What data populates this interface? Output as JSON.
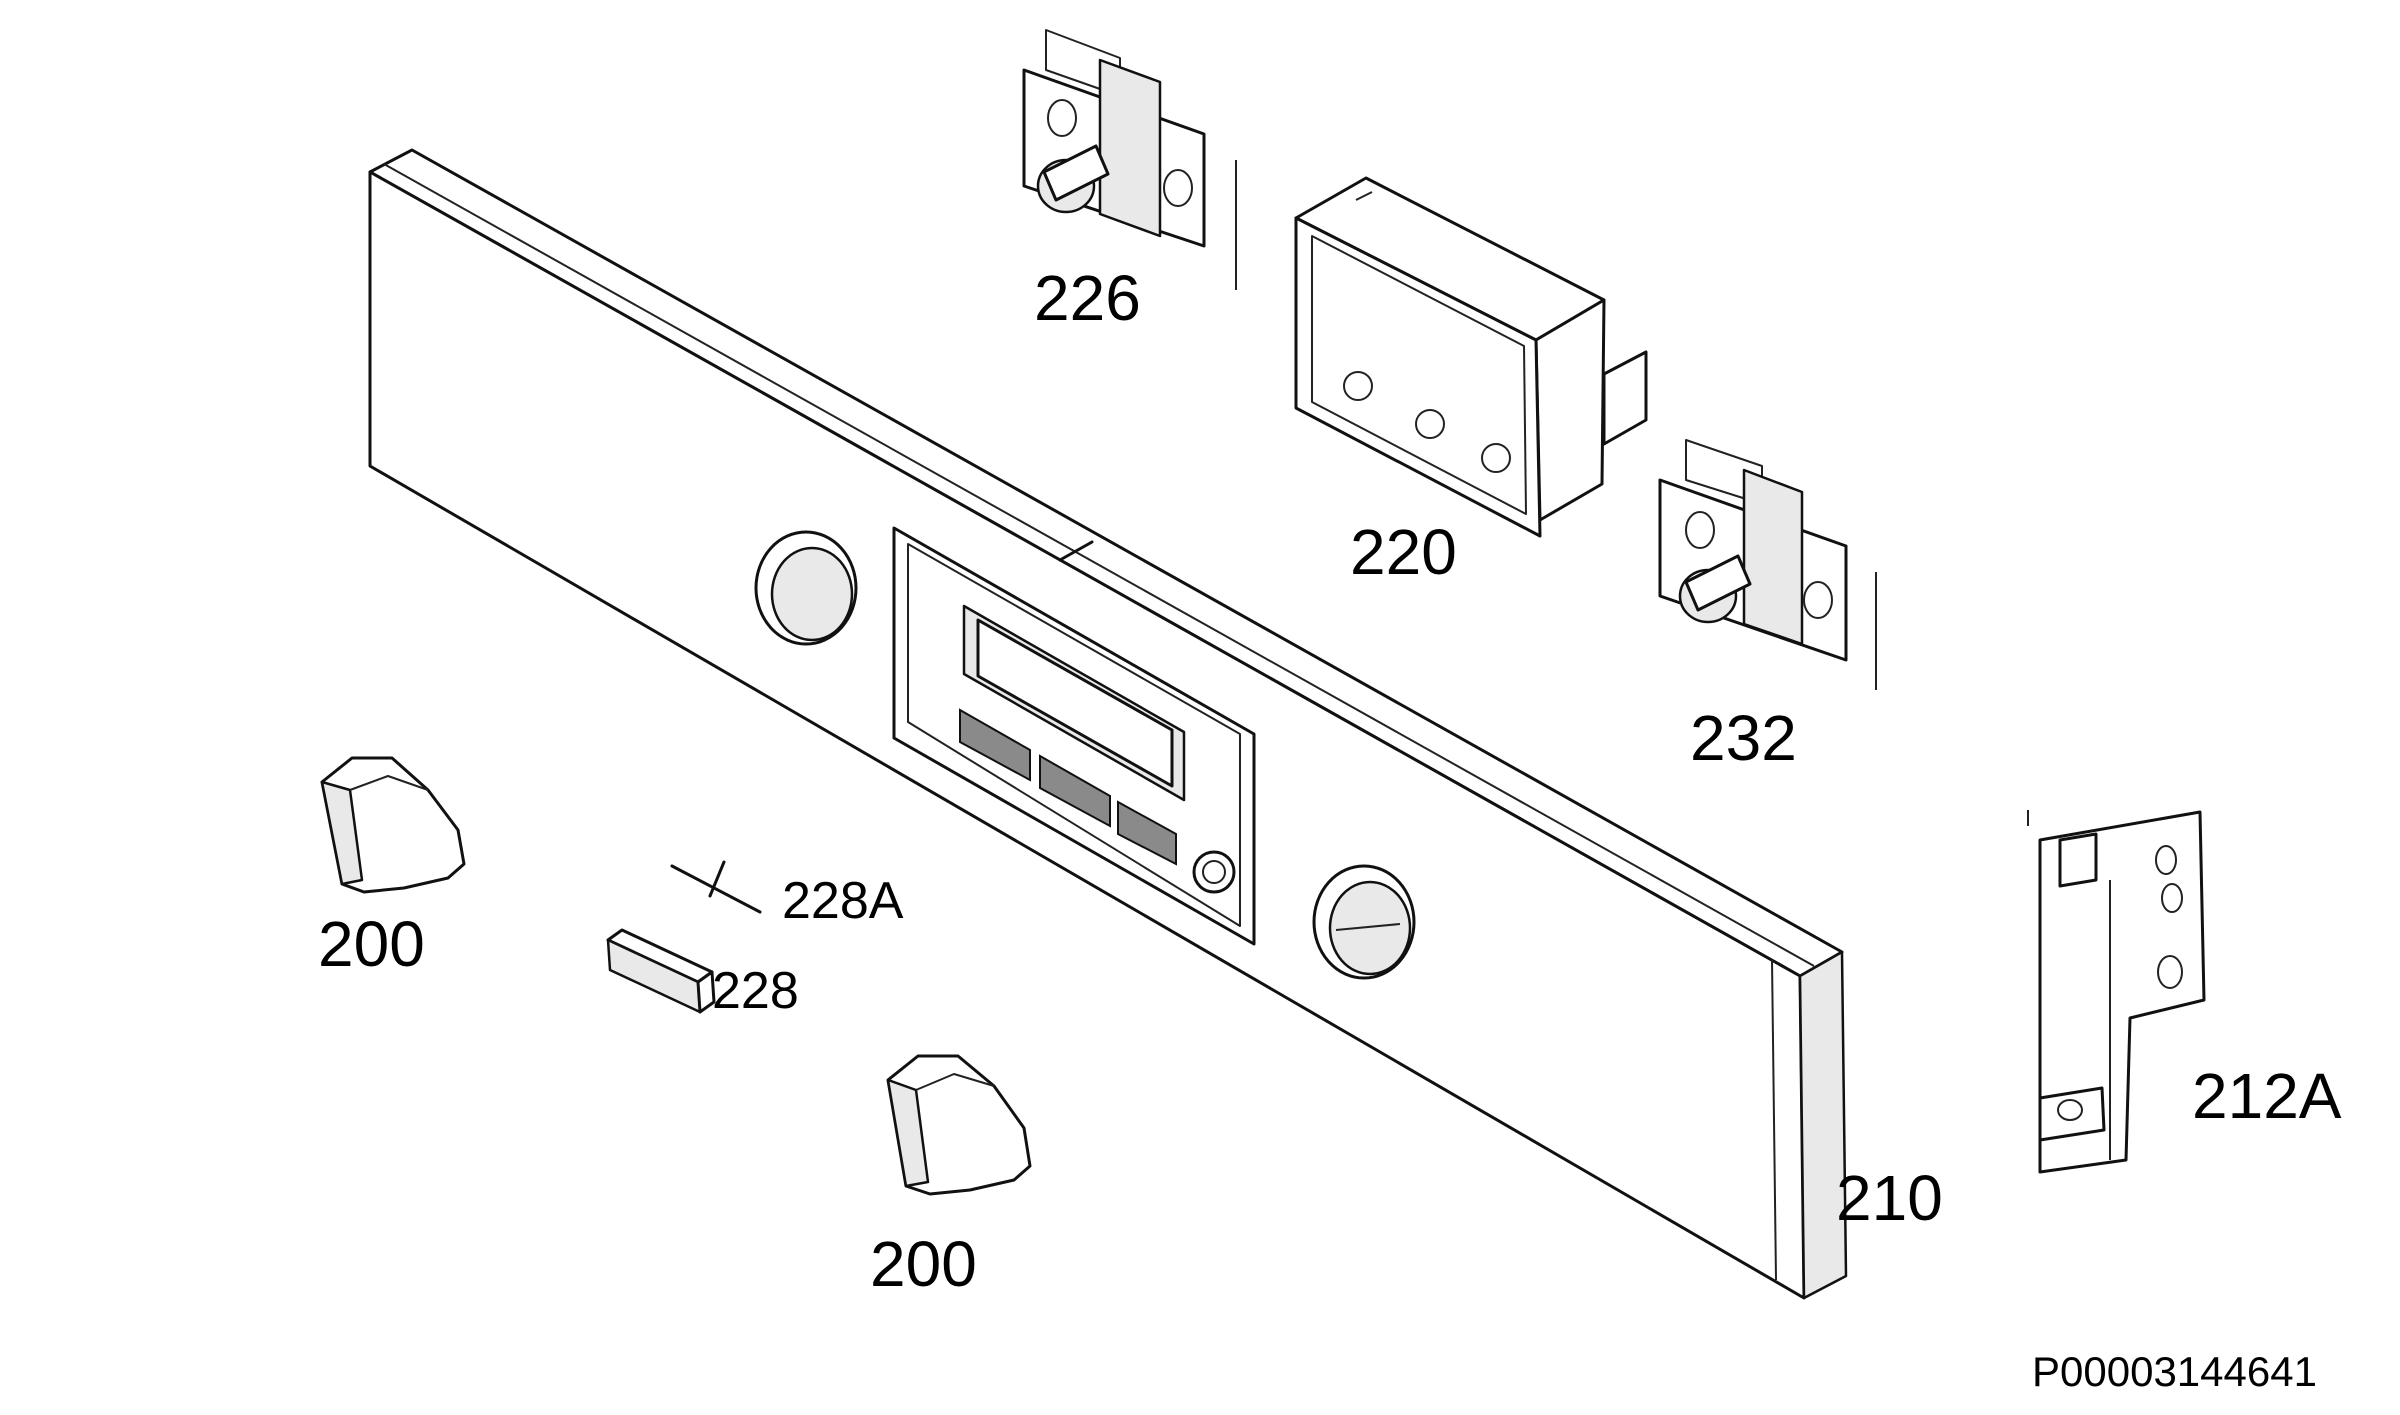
{
  "diagram": {
    "parts": [
      {
        "key": "knob_left",
        "label": "200",
        "name": "Knob"
      },
      {
        "key": "knob_bottom",
        "label": "200",
        "name": "Knob"
      },
      {
        "key": "panel",
        "label": "210",
        "name": "Control panel"
      },
      {
        "key": "bracket_right",
        "label": "212A",
        "name": "Mounting bracket"
      },
      {
        "key": "display_housing",
        "label": "220",
        "name": "Display housing"
      },
      {
        "key": "switch_top",
        "label": "226",
        "name": "Rotary switch"
      },
      {
        "key": "button",
        "label": "228",
        "name": "Push button"
      },
      {
        "key": "rod",
        "label": "228A",
        "name": "Push rod"
      },
      {
        "key": "switch_right",
        "label": "232",
        "name": "Rotary switch"
      }
    ],
    "document_code": "P00003144641"
  }
}
